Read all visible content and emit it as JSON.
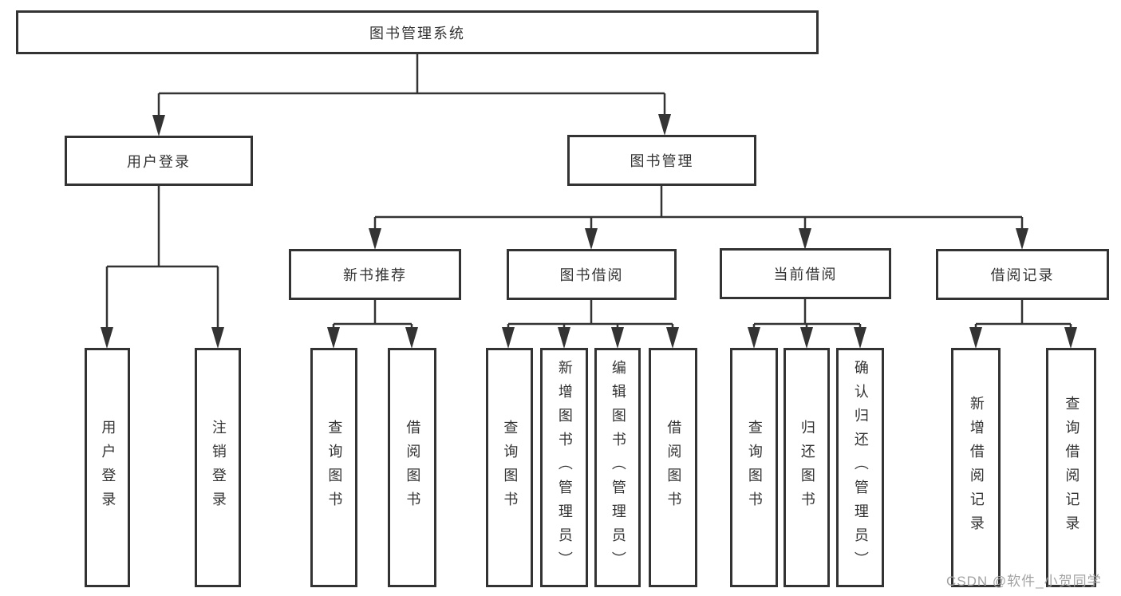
{
  "diagram": {
    "title": "图书管理系统",
    "colors": {
      "line": "#333333",
      "box_border": "#333333",
      "text": "#333333",
      "background": "#ffffff",
      "watermark": "#a2a2a2"
    },
    "watermark": {
      "text": "CSDN @软件_小贺同学"
    },
    "nodes": {
      "root": "图书管理系统",
      "l2": [
        "用户登录",
        "图书管理"
      ],
      "l3": [
        "新书推荐",
        "图书借阅",
        "当前借阅",
        "借阅记录"
      ],
      "leaves": [
        "用户登录",
        "注销登录",
        "查询图书",
        "借阅图书",
        "查询图书",
        "新增图书（管理员）",
        "编辑图书（管理员）",
        "借阅图书",
        "查询图书",
        "归还图书",
        "确认归还（管理员）",
        "新增借阅记录",
        "查询借阅记录"
      ]
    }
  }
}
